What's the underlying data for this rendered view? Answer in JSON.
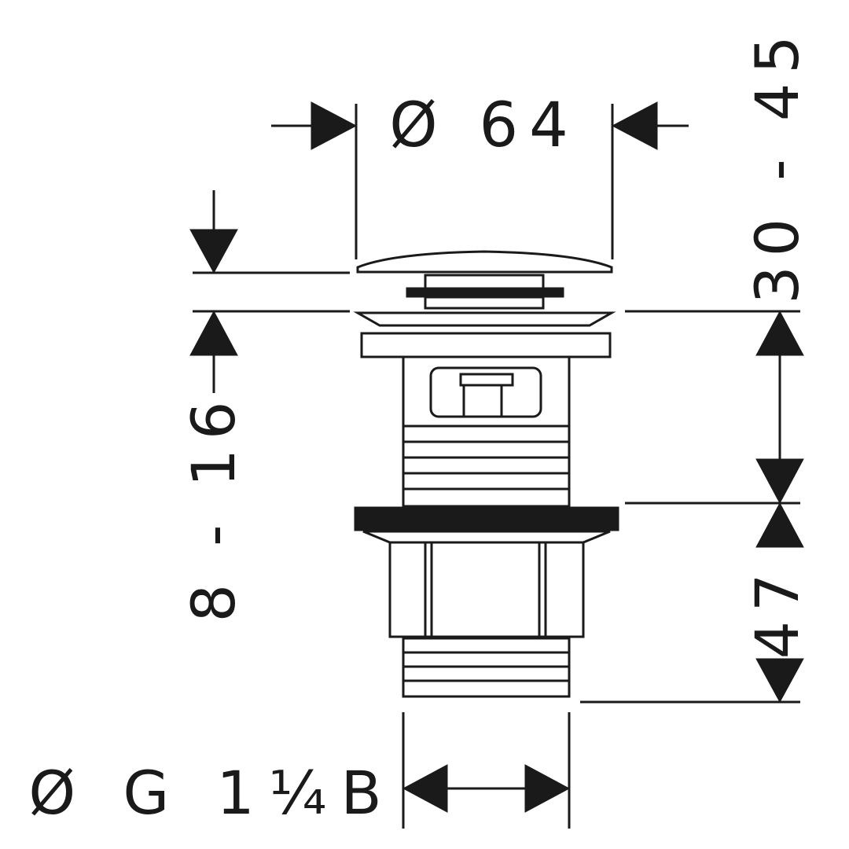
{
  "dimensions": {
    "top_diameter": "Ø 64",
    "vertical_right_upper": "30 - 45",
    "vertical_left": "8 - 16",
    "vertical_right_lower": "47",
    "thread_diameter": "Ø G 1¼B"
  },
  "colors": {
    "ink": "#1a1a1a",
    "background": "#ffffff"
  }
}
